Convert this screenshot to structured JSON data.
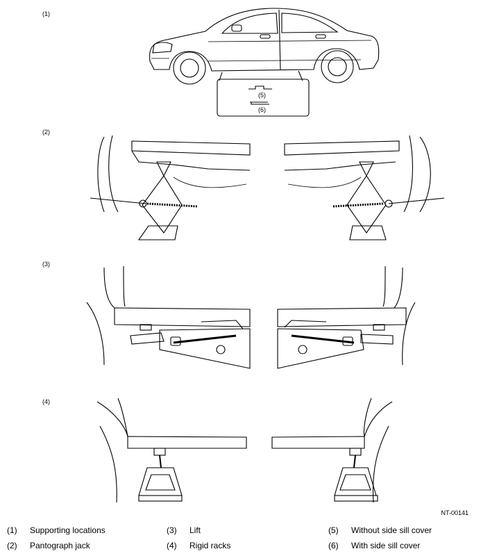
{
  "panels": [
    {
      "label": "(1)"
    },
    {
      "label": "(2)"
    },
    {
      "label": "(3)"
    },
    {
      "label": "(4)"
    }
  ],
  "callouts": {
    "c5": "(5)",
    "c6": "(6)"
  },
  "figure_code": "NT-00141",
  "legend": [
    {
      "num": "(1)",
      "text": "Supporting locations"
    },
    {
      "num": "(2)",
      "text": "Pantograph jack"
    },
    {
      "num": "(3)",
      "text": "Lift"
    },
    {
      "num": "(4)",
      "text": "Rigid racks"
    },
    {
      "num": "(5)",
      "text": "Without side sill cover"
    },
    {
      "num": "(6)",
      "text": "With side sill cover"
    }
  ]
}
